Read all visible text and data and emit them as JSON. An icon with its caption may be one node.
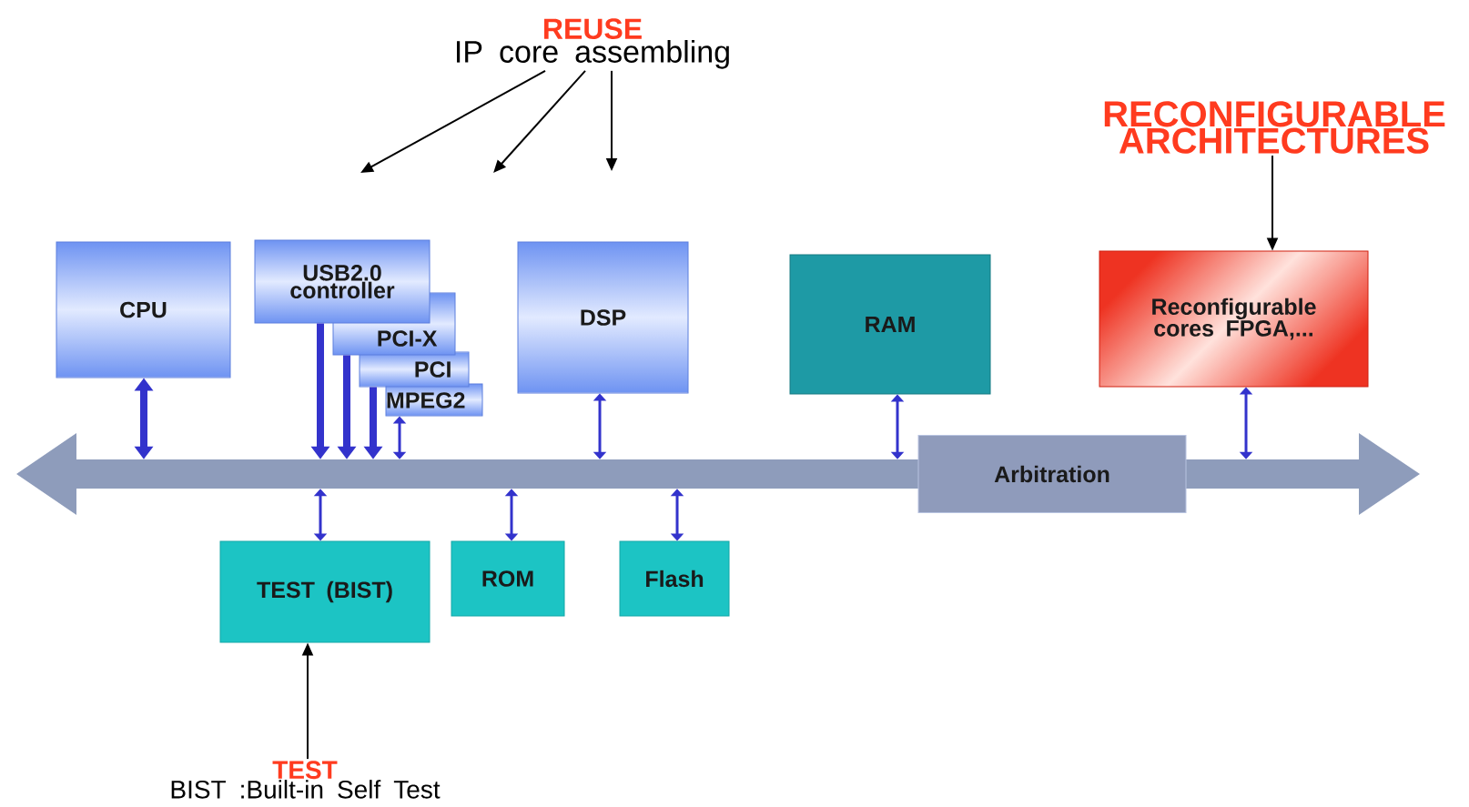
{
  "diagram": {
    "nodes": [
      {
        "text": [
          "REUSE",
          "IP core assembling"
        ]
      },
      {
        "text": [
          "CPU"
        ]
      },
      {
        "text": [
          "USB2.0 controller"
        ]
      },
      {
        "text": [
          "PCI-X"
        ]
      },
      {
        "text": [
          "PCI"
        ]
      },
      {
        "text": [
          "MPEG2"
        ]
      },
      {
        "text": [
          "DSP"
        ]
      },
      {
        "text": [
          "RAM"
        ]
      },
      {
        "text": [
          "Reconfigurable cores FPGA,..."
        ]
      },
      {
        "text": [
          "RECONFIGURABLE ARCHITECTURES"
        ]
      },
      {
        "text": [],
        "shape": "bar"
      },
      {
        "text": [
          "Arbitration"
        ],
        "in": 10
      },
      {
        "text": [
          "TEST (BIST)"
        ]
      },
      {
        "text": [
          "ROM"
        ]
      },
      {
        "text": [
          "Flash"
        ]
      },
      {
        "text": [
          "TEST",
          "BIST :Built-in Self Test"
        ]
      }
    ],
    "edges": [
      {
        "from": 0,
        "to": null,
        "arrow": "to",
        "color": "#000000"
      },
      {
        "from": 0,
        "to": null,
        "arrow": "to",
        "color": "#000000"
      },
      {
        "from": 0,
        "to": null,
        "arrow": "to",
        "color": "#000000"
      },
      {
        "from": 9,
        "to": 8,
        "arrow": "to",
        "color": "#000000"
      },
      {
        "from": 15,
        "to": 12,
        "arrow": "to",
        "color": "#000000"
      },
      {
        "from": 1,
        "to": 10,
        "arrow": "both",
        "style": "thick"
      },
      {
        "from": 2,
        "to": 10,
        "arrow": "to",
        "style": "thick"
      },
      {
        "from": 3,
        "to": 10,
        "arrow": "to",
        "style": "thick"
      },
      {
        "from": 4,
        "to": 10,
        "arrow": "to",
        "style": "thick"
      },
      {
        "from": 5,
        "to": 10,
        "arrow": "both"
      },
      {
        "from": 6,
        "to": 10,
        "arrow": "both"
      },
      {
        "from": 7,
        "to": 10,
        "arrow": "both"
      },
      {
        "from": 8,
        "to": 10,
        "arrow": "both"
      },
      {
        "from": 10,
        "to": 12,
        "arrow": "both"
      },
      {
        "from": 10,
        "to": 13,
        "arrow": "both"
      },
      {
        "from": 10,
        "to": 14,
        "arrow": "both"
      }
    ]
  }
}
